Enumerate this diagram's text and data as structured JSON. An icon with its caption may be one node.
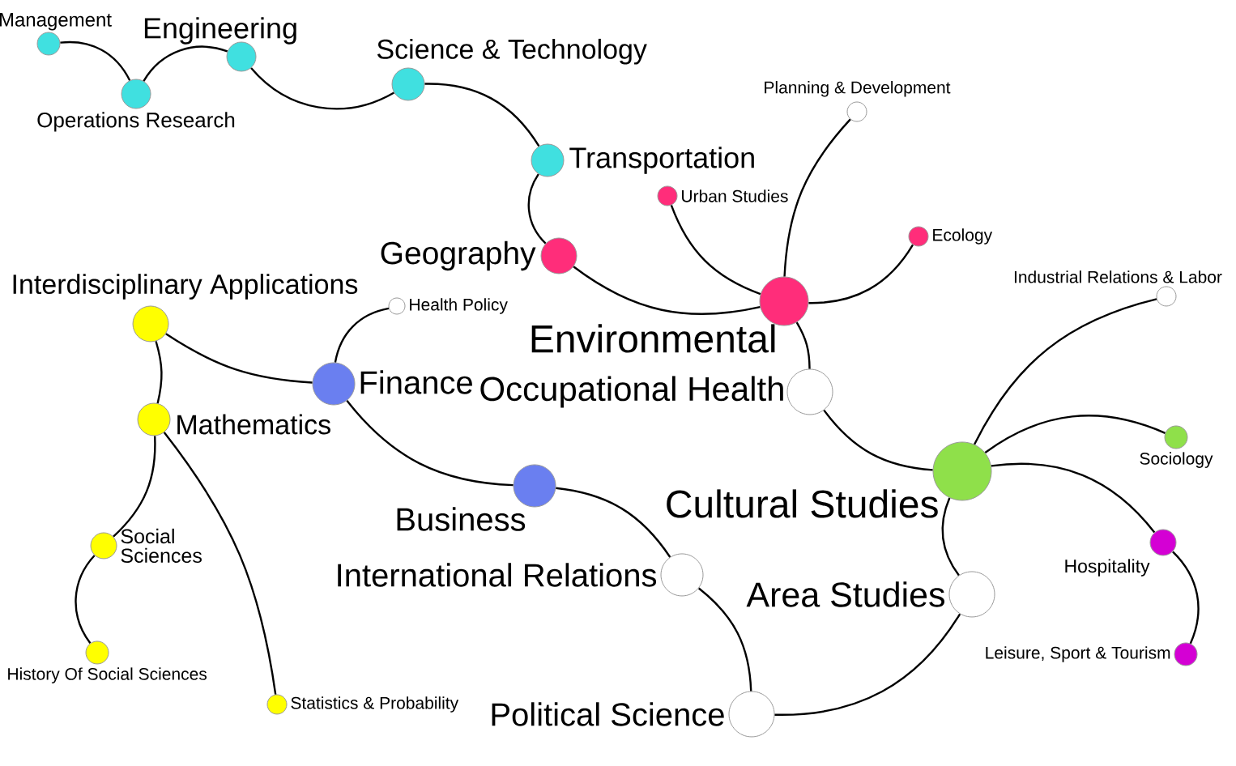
{
  "diagram": {
    "nodes": [
      {
        "text": [
          "Management"
        ]
      },
      {
        "text": [
          "Operations Research"
        ]
      },
      {
        "text": [
          "Engineering"
        ]
      },
      {
        "text": [
          "Science & Technology"
        ]
      },
      {
        "text": [
          "Transportation"
        ]
      },
      {
        "text": [
          "Geography"
        ]
      },
      {
        "text": [
          "Urban Studies"
        ]
      },
      {
        "text": [
          "Planning & Development"
        ]
      },
      {
        "text": [
          "Ecology"
        ]
      },
      {
        "text": [
          "Environmental"
        ]
      },
      {
        "text": [
          "Occupational Health"
        ]
      },
      {
        "text": [
          "Industrial Relations & Labor"
        ]
      },
      {
        "text": [
          "Interdisciplinary Applications"
        ]
      },
      {
        "text": [
          "Health Policy"
        ]
      },
      {
        "text": [
          "Finance"
        ]
      },
      {
        "text": [
          "Mathematics"
        ]
      },
      {
        "text": [
          "Cultural Studies"
        ]
      },
      {
        "text": [
          "Sociology"
        ]
      },
      {
        "text": [
          "Business"
        ]
      },
      {
        "text": [
          "Social Sciences"
        ]
      },
      {
        "text": [
          "Hospitality"
        ]
      },
      {
        "text": [
          "International Relations"
        ]
      },
      {
        "text": [
          "Area Studies"
        ]
      },
      {
        "text": [
          "History Of Social Sciences"
        ]
      },
      {
        "text": [
          "Leisure, Sport & Tourism"
        ]
      },
      {
        "text": [
          "Statistics & Probability"
        ]
      },
      {
        "text": [
          "Political Science"
        ]
      }
    ],
    "edges": [
      {
        "from": 0,
        "to": 1,
        "arrow": "none"
      },
      {
        "from": 1,
        "to": 2,
        "arrow": "none"
      },
      {
        "from": 2,
        "to": 3,
        "arrow": "none"
      },
      {
        "from": 3,
        "to": 4,
        "arrow": "none"
      },
      {
        "from": 4,
        "to": 5,
        "arrow": "none"
      },
      {
        "from": 5,
        "to": 9,
        "arrow": "none"
      },
      {
        "from": 6,
        "to": 9,
        "arrow": "none"
      },
      {
        "from": 7,
        "to": 9,
        "arrow": "none"
      },
      {
        "from": 8,
        "to": 9,
        "arrow": "none"
      },
      {
        "from": 9,
        "to": 10,
        "arrow": "none"
      },
      {
        "from": 10,
        "to": 16,
        "arrow": "none"
      },
      {
        "from": 16,
        "to": 11,
        "arrow": "none"
      },
      {
        "from": 16,
        "to": 17,
        "arrow": "none"
      },
      {
        "from": 16,
        "to": 20,
        "arrow": "none"
      },
      {
        "from": 20,
        "to": 24,
        "arrow": "none"
      },
      {
        "from": 16,
        "to": 22,
        "arrow": "none"
      },
      {
        "from": 22,
        "to": 26,
        "arrow": "none"
      },
      {
        "from": 21,
        "to": 26,
        "arrow": "none"
      },
      {
        "from": 18,
        "to": 21,
        "arrow": "none"
      },
      {
        "from": 14,
        "to": 18,
        "arrow": "none"
      },
      {
        "from": 14,
        "to": 13,
        "arrow": "none"
      },
      {
        "from": 12,
        "to": 14,
        "arrow": "none"
      },
      {
        "from": 12,
        "to": 15,
        "arrow": "none"
      },
      {
        "from": 15,
        "to": 19,
        "arrow": "none"
      },
      {
        "from": 19,
        "to": 23,
        "arrow": "none"
      },
      {
        "from": 15,
        "to": 25,
        "arrow": "none"
      }
    ]
  }
}
